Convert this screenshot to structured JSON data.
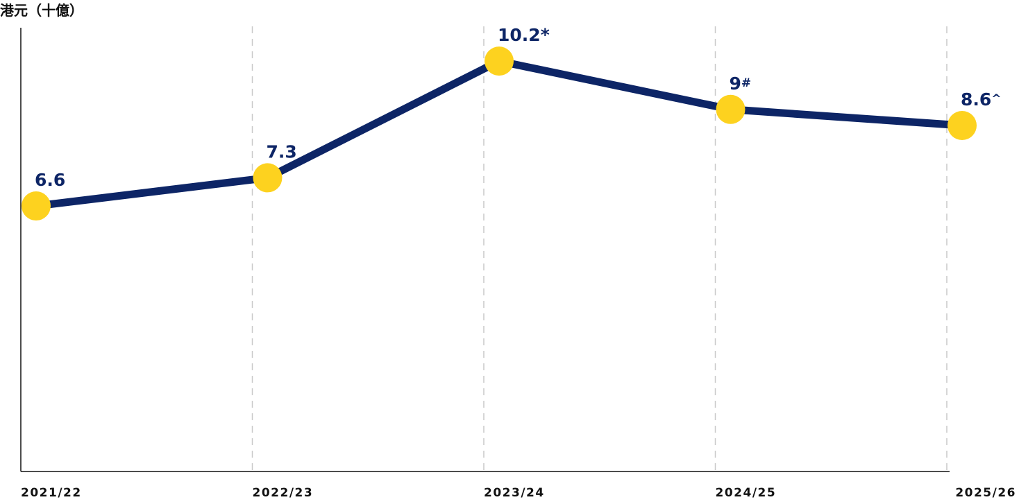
{
  "chart_data": {
    "type": "line",
    "ylabel": "港元（十億）",
    "categories": [
      "2021/22",
      "2022/23",
      "2023/24",
      "2024/25",
      "2025/26"
    ],
    "series": [
      {
        "values": [
          6.6,
          7.3,
          10.2,
          9,
          8.6
        ],
        "labels": [
          "6.6",
          "7.3",
          "10.2",
          "9",
          "8.6"
        ],
        "label_marks": [
          "",
          "",
          "*",
          "#",
          "^"
        ]
      }
    ],
    "ylim": [
      0,
      11.03
    ],
    "grid": "vertical-dashed",
    "colors": {
      "line": "#0d2566",
      "marker": "#fdd21f",
      "label": "#0d2566",
      "axis": "#111111",
      "grid": "#c9c9c9"
    }
  }
}
